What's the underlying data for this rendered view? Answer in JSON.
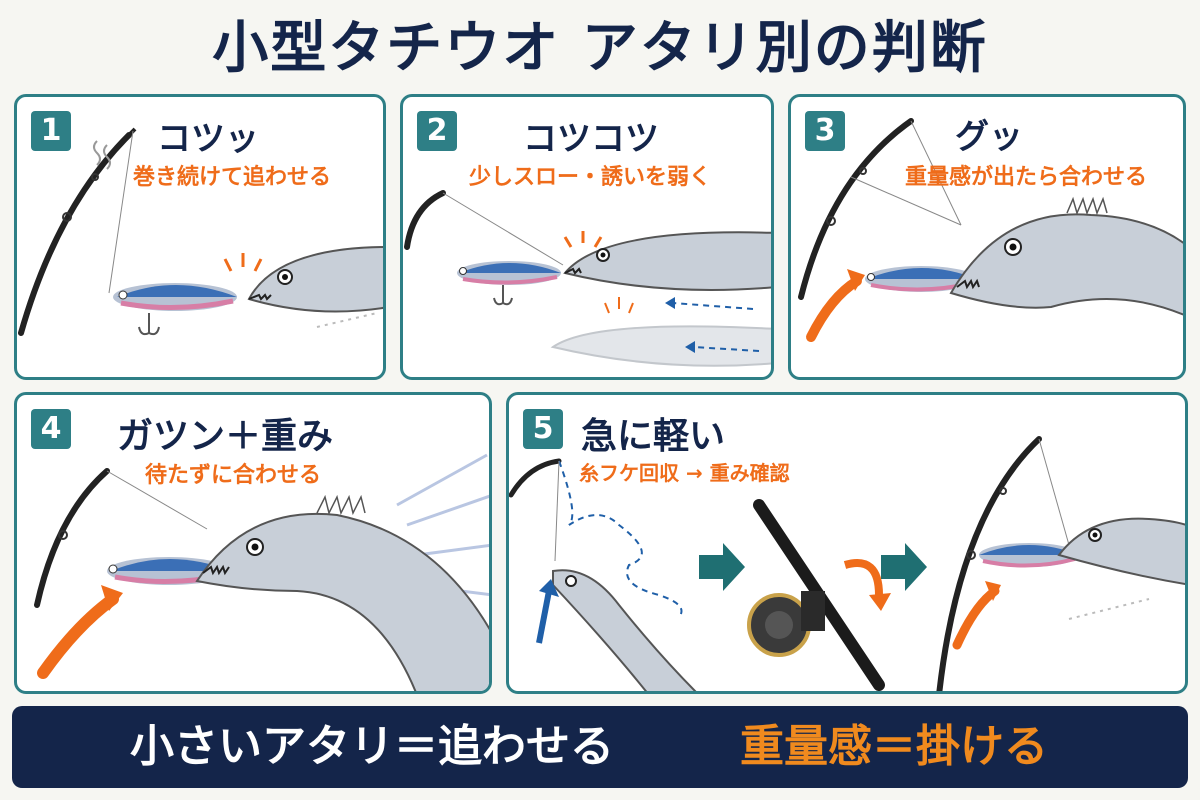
{
  "title": "小型タチウオ アタリ別の判断",
  "panels": [
    {
      "number": "1",
      "heading": "コツッ",
      "action": "巻き続けて追わせる"
    },
    {
      "number": "2",
      "heading": "コツコツ",
      "action": "少しスロー・誘いを弱く"
    },
    {
      "number": "3",
      "heading": "グッ",
      "action": "重量感が出たら合わせる"
    },
    {
      "number": "4",
      "heading": "ガツン＋重み",
      "action": "待たずに合わせる"
    },
    {
      "number": "5",
      "heading": "急に軽い",
      "action": "糸フケ回収 → 重み確認"
    }
  ],
  "footer": {
    "left": "小さいアタリ＝追わせる",
    "right": "重量感＝掛ける"
  },
  "colors": {
    "navy": "#14254a",
    "teal": "#2e7f86",
    "orange": "#ef6c1a",
    "blue_arrow": "#1f5fa8"
  }
}
